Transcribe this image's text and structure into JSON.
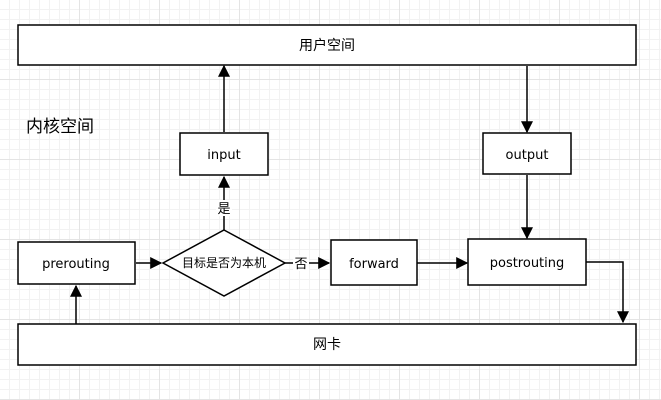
{
  "diagram": {
    "title": "内核空间",
    "nodes": {
      "user_space": "用户空间",
      "input": "input",
      "output": "output",
      "prerouting": "prerouting",
      "decision": "目标是否为本机",
      "forward": "forward",
      "postrouting": "postrouting",
      "nic": "网卡"
    },
    "edge_labels": {
      "yes": "是",
      "no": "否"
    }
  }
}
